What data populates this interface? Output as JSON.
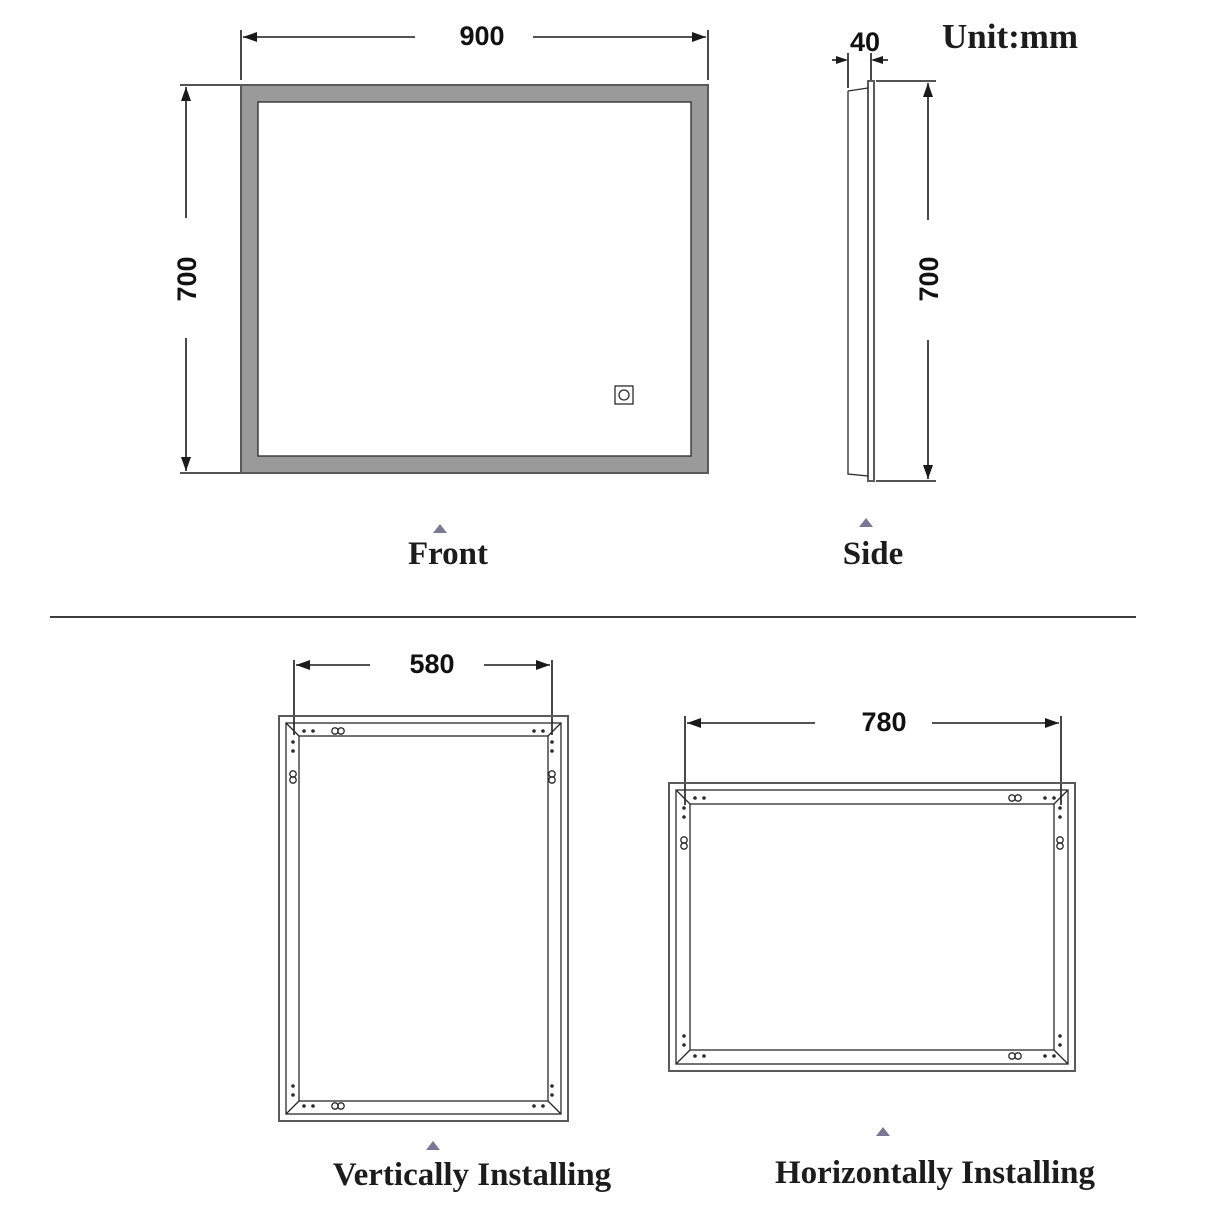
{
  "unit_label": "Unit:mm",
  "front": {
    "label": "Front",
    "width": "900",
    "height": "700",
    "colors": {
      "led_band": "#9a9a9a"
    },
    "icons": [
      "touch-switch-icon",
      "up-triangle-icon"
    ]
  },
  "side": {
    "label": "Side",
    "depth": "40",
    "height": "700",
    "icons": [
      "up-triangle-icon"
    ]
  },
  "vertical_install": {
    "label": "Vertically Installing",
    "spacing": "580",
    "icons": [
      "keyhole-bracket-icon",
      "up-triangle-icon"
    ]
  },
  "horizontal_install": {
    "label": "Horizontally Installing",
    "spacing": "780",
    "icons": [
      "keyhole-bracket-icon",
      "up-triangle-icon"
    ]
  },
  "accent_color": "#7a7894"
}
